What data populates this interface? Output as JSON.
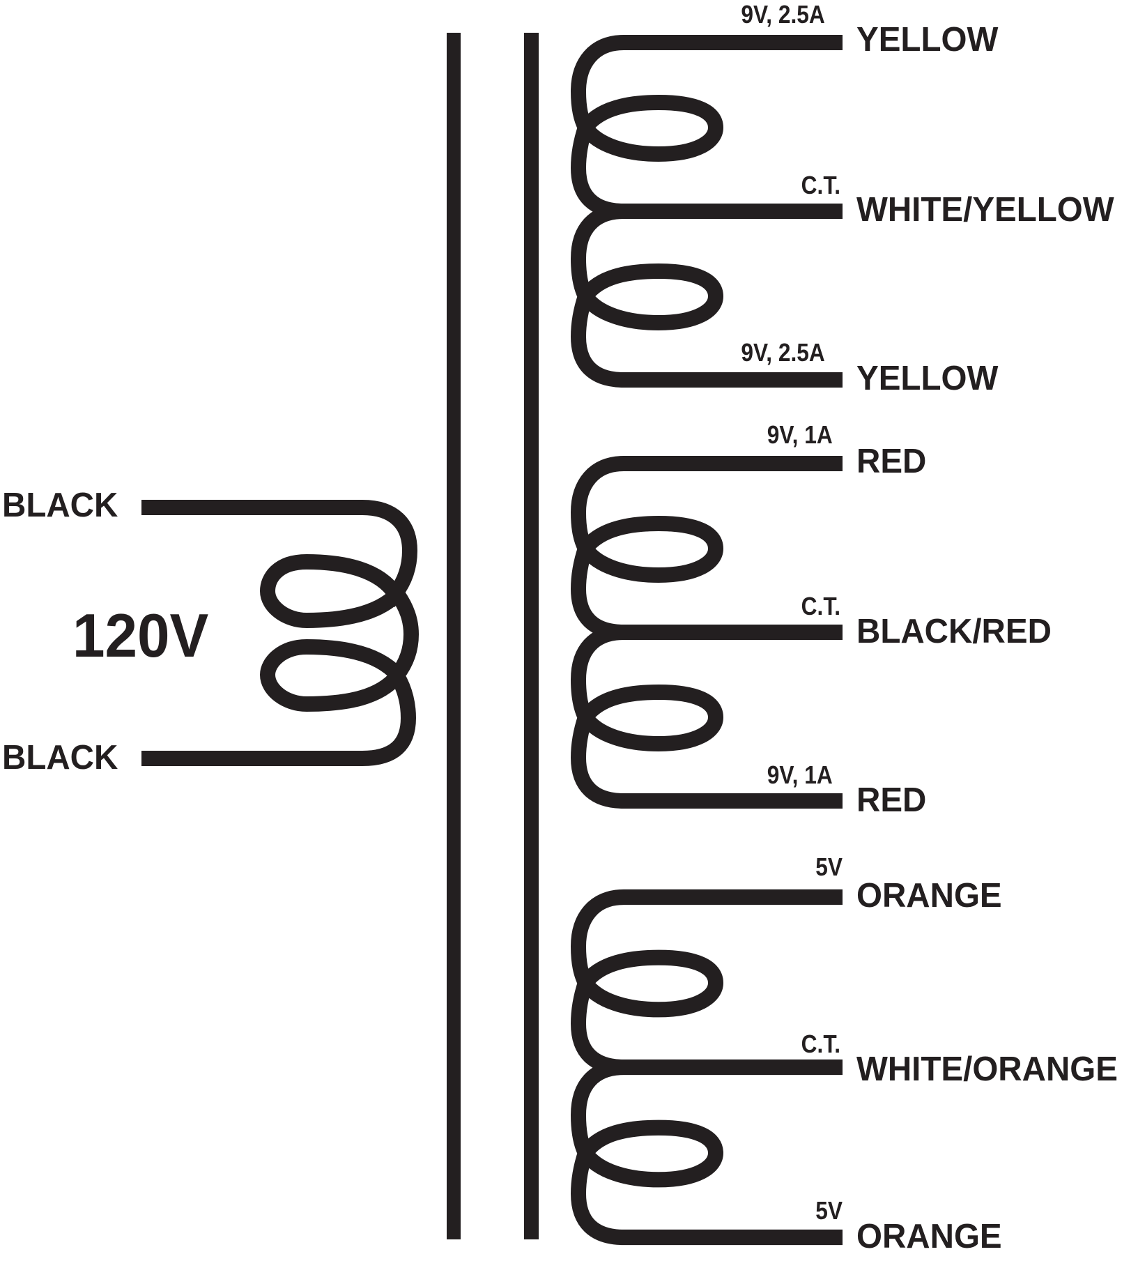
{
  "diagram": {
    "title": "Transformer wiring schematic",
    "colors": {
      "ink": "#231f20",
      "background": "#ffffff"
    },
    "primary": {
      "voltage_label": "120V",
      "leads": [
        {
          "color_label": "BLACK"
        },
        {
          "color_label": "BLACK"
        }
      ]
    },
    "core": {
      "type": "laminated-iron-core",
      "bars": 2
    },
    "secondaries": [
      {
        "leads": [
          {
            "rating": "9V, 2.5A",
            "color_label": "YELLOW"
          },
          {
            "rating": "C.T.",
            "color_label": "WHITE/YELLOW"
          },
          {
            "rating": "9V, 2.5A",
            "color_label": "YELLOW"
          }
        ]
      },
      {
        "leads": [
          {
            "rating": "9V, 1A",
            "color_label": "RED"
          },
          {
            "rating": "C.T.",
            "color_label": "BLACK/RED"
          },
          {
            "rating": "9V, 1A",
            "color_label": "RED"
          }
        ]
      },
      {
        "leads": [
          {
            "rating": "5V",
            "color_label": "ORANGE"
          },
          {
            "rating": "C.T.",
            "color_label": "WHITE/ORANGE"
          },
          {
            "rating": "5V",
            "color_label": "ORANGE"
          }
        ]
      }
    ]
  }
}
